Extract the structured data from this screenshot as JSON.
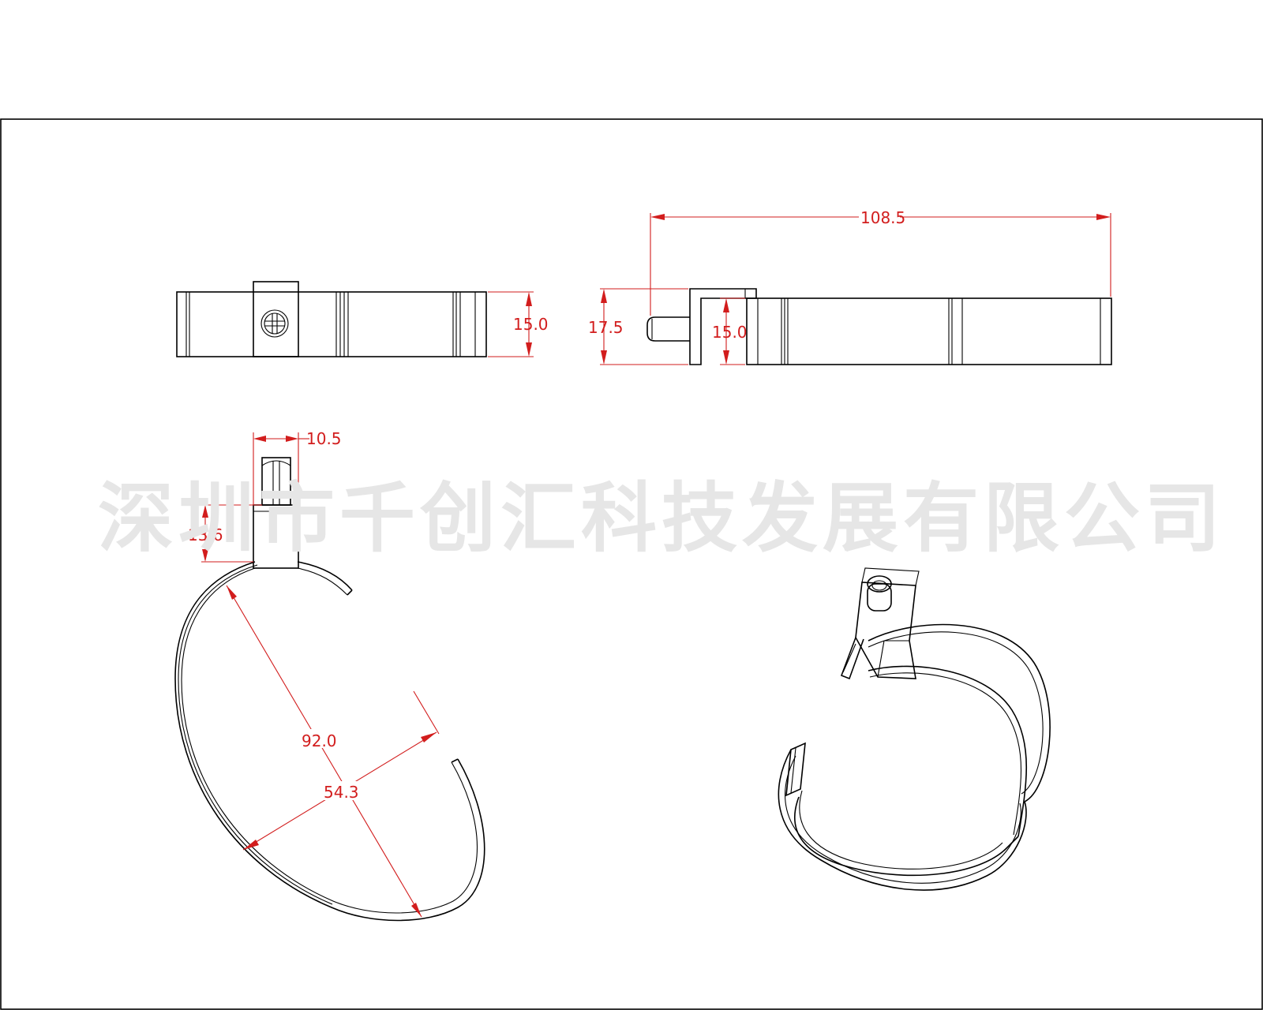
{
  "watermark": "深圳市千创汇科技发展有限公司",
  "colors": {
    "line": "#000000",
    "dimension": "#d21d1d",
    "watermark": "#e6e6e6",
    "background": "#ffffff"
  },
  "views": {
    "front": {
      "height": "15.0"
    },
    "side": {
      "overall_length": "108.5",
      "total_height": "17.5",
      "band_height": "15.0"
    },
    "top": {
      "post_width": "10.5",
      "post_height": "13.6",
      "inner_length": "92.0",
      "inner_width": "54.3"
    }
  }
}
